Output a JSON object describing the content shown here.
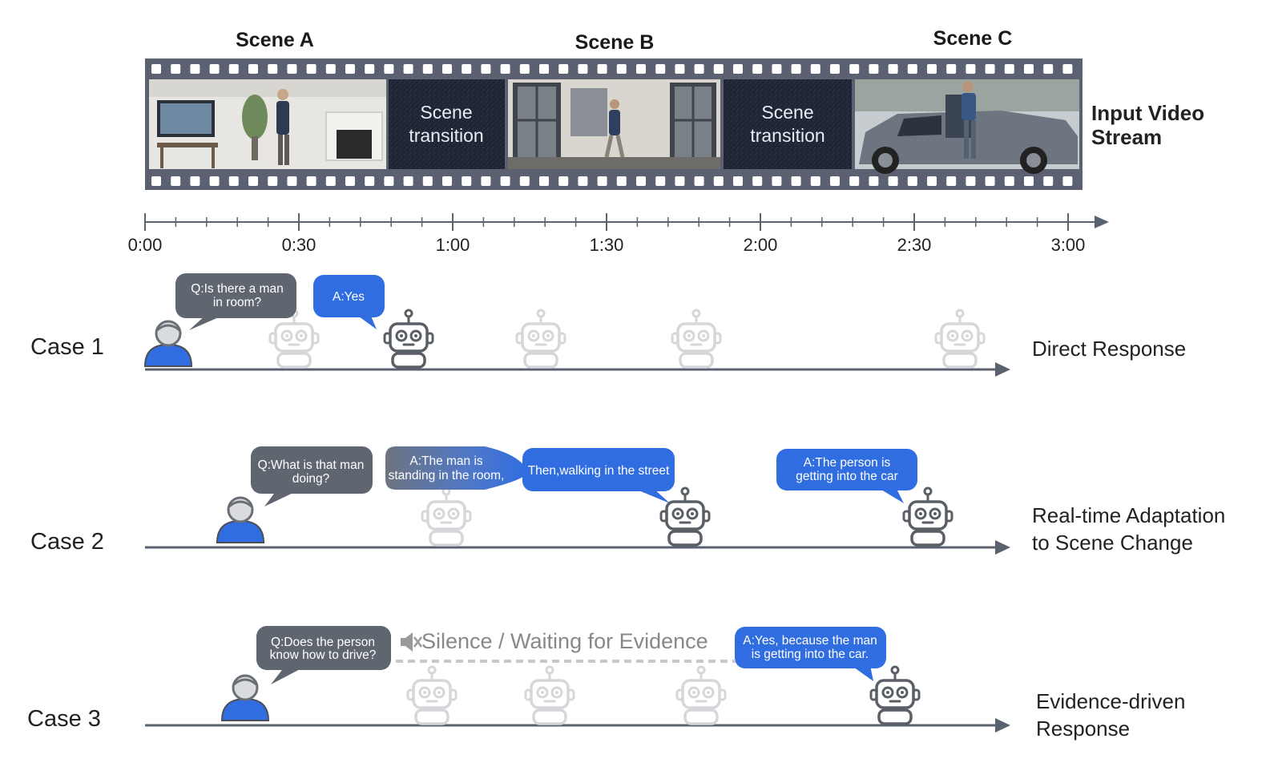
{
  "film": {
    "scenes": [
      "Scene A",
      "Scene B",
      "Scene C"
    ],
    "transition_label": [
      "Scene",
      "transition"
    ],
    "stream_label": [
      "Input Video",
      "Stream"
    ]
  },
  "timeline": {
    "ticks": [
      "0:00",
      "0:30",
      "1:00",
      "1:30",
      "2:00",
      "2:30",
      "3:00"
    ]
  },
  "cases": [
    {
      "name": "Case 1",
      "label": [
        "Direct Response"
      ],
      "question": [
        "Q:Is there a man",
        "in room?"
      ],
      "answers": [
        [
          "A:Yes"
        ]
      ]
    },
    {
      "name": "Case 2",
      "label": [
        "Real-time Adaptation",
        "to Scene Change"
      ],
      "question": [
        "Q:What is that man",
        "doing?"
      ],
      "answers": [
        [
          "A:The man is",
          "standing in the room,"
        ],
        [
          "Then,walking in the street"
        ],
        [
          "A:The person is",
          "getting into the car"
        ]
      ]
    },
    {
      "name": "Case 3",
      "label": [
        "Evidence-driven",
        "Response"
      ],
      "question": [
        "Q:Does the person",
        "know how to drive?"
      ],
      "answers": [
        [
          "A:Yes, because the man",
          "is getting into the car."
        ]
      ],
      "silence": "Silence / Waiting for Evidence"
    }
  ],
  "colors": {
    "user_bubble": "#5f6670",
    "answer_bubble": "#2f6de0",
    "axis": "#5a6270",
    "film": "#5b6170",
    "robot": "#5a5f66",
    "robot_faded": "#d5d7da",
    "user_body": "#2f6de0"
  },
  "icons": [
    "user-icon",
    "robot-icon",
    "mute-icon"
  ]
}
